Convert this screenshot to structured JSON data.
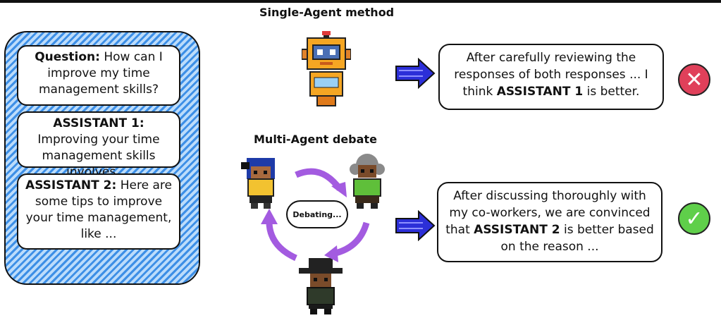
{
  "single_title": "Single-Agent method",
  "multi_title": "Multi-Agent debate",
  "question": {
    "label": "Question:",
    "text": "How can I improve my time management skills?"
  },
  "assistant1": {
    "label": "ASSISTANT 1:",
    "text": "Improving your time management skills involves ..."
  },
  "assistant2": {
    "label": "ASSISTANT 2:",
    "text": "Here are some tips to improve your time management, like ..."
  },
  "single_response": {
    "before": "After carefully reviewing the responses of both responses ... I think",
    "highlight": "ASSISTANT 1",
    "after": "is better."
  },
  "multi_response": {
    "before": "After discussing thoroughly with my co-workers, we are convinced that",
    "highlight": "ASSISTANT 2",
    "after": "is better based on the reason ..."
  },
  "debating_label": "Debating...",
  "colors": {
    "panel_blue": "#3d8fe6",
    "arrow_blue": "#2c2fd8",
    "wrong_red": "#e0405a",
    "right_green": "#5fcf4a",
    "debate_purple": "#a35be0"
  },
  "icons": [
    "robot-icon",
    "agent-blue-hair-icon",
    "agent-gray-hair-icon",
    "agent-black-hat-icon",
    "wrong-mark-icon",
    "correct-mark-icon"
  ]
}
